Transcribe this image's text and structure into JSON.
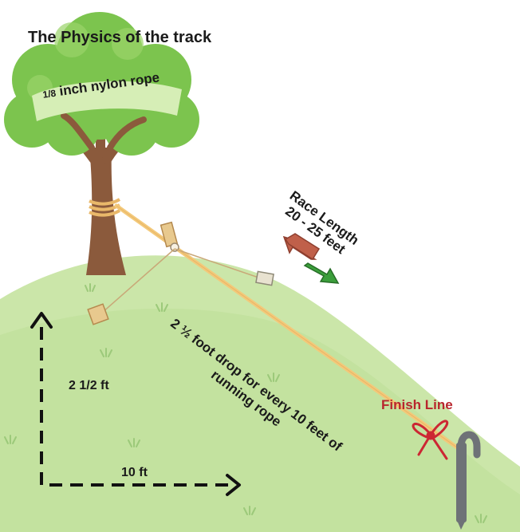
{
  "title": "The Physics of the track",
  "rope": {
    "fraction": "1/8",
    "label": "inch nylon rope"
  },
  "race_length": {
    "line1": "Race Length",
    "line2": "20 - 25 feet"
  },
  "drop_note": "2 ½ foot drop for every 10 feet of running rope",
  "vertical_label": "2 1/2 ft",
  "horizontal_label": "10 ft",
  "finish_label": "Finish Line",
  "colors": {
    "hill": "#c9e5a6",
    "leaves": "#7cc44e",
    "trunk": "#8b5a3c",
    "rope": "#f3c97a",
    "ribbon": "#cc2733",
    "arrow_up": "#c0604a",
    "arrow_down": "#3b9e3b",
    "finish_text": "#b8252d"
  }
}
